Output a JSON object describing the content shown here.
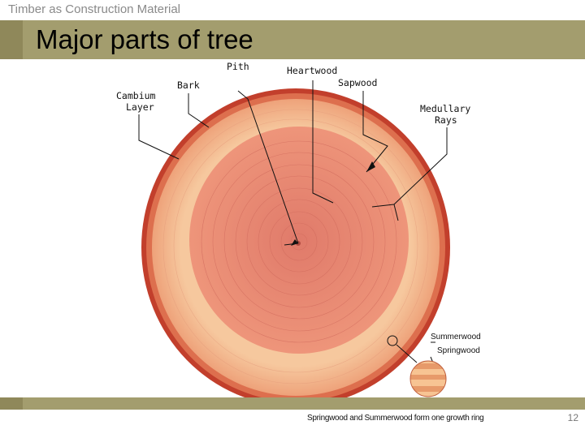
{
  "header": {
    "subject": "Timber as Construction Material",
    "title": "Major parts of tree"
  },
  "labels": {
    "pith": "Pith",
    "bark": "Bark",
    "cambium": [
      "Cambium",
      "Layer"
    ],
    "heartwood": "Heartwood",
    "sapwood": "Sapwood",
    "medullary": [
      "Medullary",
      "Rays"
    ],
    "summerwood": "Summerwood",
    "springwood": "Springwood"
  },
  "footer": {
    "caption": "Springwood and Summerwood form one growth ring",
    "page_number": "12"
  },
  "colors": {
    "title_bar": "#a39d6e",
    "bark": "#c8432e",
    "sapwood": "#f1b488",
    "heartwood": "#e8866e"
  }
}
